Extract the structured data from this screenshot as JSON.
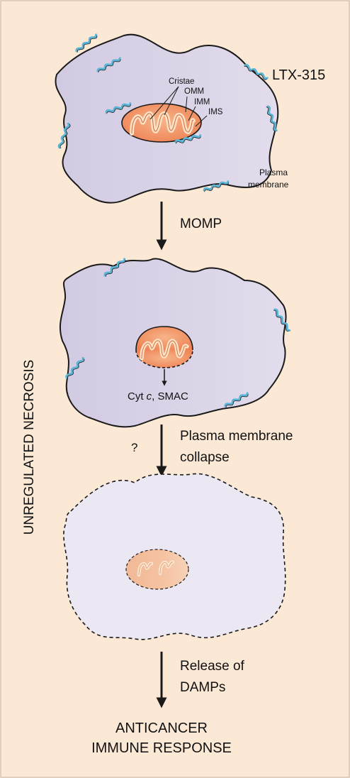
{
  "labels": {
    "ltx": "LTX-315",
    "cristae": "Cristae",
    "omm": "OMM",
    "imm": "IMM",
    "ims": "IMS",
    "plasma_membrane_line1": "Plasma",
    "plasma_membrane_line2": "membrane",
    "momp": "MOMP",
    "cyt_prefix": "Cyt ",
    "cyt_italic": "c",
    "cyt_suffix": ", SMAC",
    "collapse_line1": "Plasma membrane",
    "collapse_line2": "collapse",
    "question_mark": "?",
    "release_line1": "Release of",
    "release_line2": "DAMPs",
    "side_label": "UNREGULATED NECROSIS",
    "final_line1": "ANTICANCER",
    "final_line2": "IMMUNE RESPONSE"
  },
  "colors": {
    "background": "#fbe9d6",
    "cell_fill": "#d8d0e6",
    "cell_fill_faded": "#ece8f3",
    "mito_outer": "#f2996a",
    "mito_cristae": "#fde2c6",
    "peptide_blue": "#5ab4d6",
    "stroke": "#1a1a1a"
  }
}
